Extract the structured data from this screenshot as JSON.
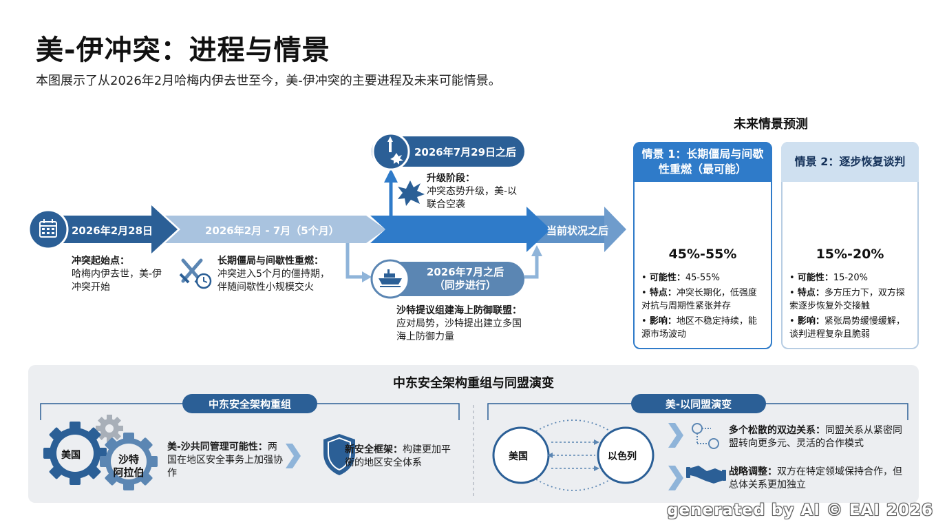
{
  "title": "美-伊冲突：进程与情景",
  "subtitle": "本图展示了从2026年2月哈梅内伊去世至今，美-伊冲突的主要进程及未来可能情景。",
  "timeline": {
    "start_label": "2026年2月28日",
    "start_desc_bold": "冲突起始点：",
    "start_desc": "哈梅内伊去世，美-伊冲突开始",
    "phase_label": "2026年2月 - 7月（5个月）",
    "phase_desc_bold": "长期僵局与间歇性重燃：",
    "phase_desc": "冲突进入5个月的僵持期，伴随间歇性小规模交火",
    "current_label": "当前状况之后",
    "escalation": {
      "date": "2026年7月29日之后",
      "desc_bold": "升级阶段：",
      "desc": "冲突态势升级，美-以联合空袭"
    },
    "parallel": {
      "date": "2026年7月之后",
      "date_sub": "（同步进行）",
      "desc_bold": "沙特提议组建海上防御联盟：",
      "desc": "应对局势，沙特提出建立多国海上防御力量"
    }
  },
  "scenarios": {
    "heading": "未来情景预测",
    "items": [
      {
        "title": "情景 1：长期僵局与间歇性重燃（最可能）",
        "percent": "45%-55%",
        "gauge_value": 0.5,
        "possibility_label": "可能性：",
        "possibility": "45-55%",
        "feature_label": "特点：",
        "feature": "冲突长期化，低强度对抗与周期性紧张并存",
        "impact_label": "影响：",
        "impact": "地区不稳定持续，能源市场波动"
      },
      {
        "title": "情景 2：逐步恢复谈判",
        "percent": "15%-20%",
        "gauge_value": 0.175,
        "possibility_label": "可能性：",
        "possibility": "15-20%",
        "feature_label": "特点：",
        "feature": "多方压力下，双方探索逐步恢复外交接触",
        "impact_label": "影响：",
        "impact": "紧张局势缓慢缓解，谈判进程复杂且脆弱"
      }
    ]
  },
  "bottom": {
    "title": "中东安全架构重组与同盟演变",
    "left": {
      "pill": "中东安全架构重组",
      "gear1": "美国",
      "gear2_line1": "沙特",
      "gear2_line2": "阿拉伯",
      "item1_bold": "美-沙共同管理可能性：",
      "item1": "两国在地区安全事务上加强协作",
      "item2_bold": "新安全框架：",
      "item2": "构建更加平衡的地区安全体系"
    },
    "right": {
      "pill": "美-以同盟演变",
      "node1": "美国",
      "node2": "以色列",
      "item1_bold": "多个松散的双边关系：",
      "item1": "同盟关系从紧密同盟转向更多元、灵活的合作模式",
      "item2_bold": "战略调整：",
      "item2": "双方在特定领域保持合作，但总体关系更加独立"
    }
  },
  "colors": {
    "dark_blue": "#2b5f96",
    "mid_blue": "#2f7bc9",
    "light_blue": "#8fb4d9",
    "pale_blue": "#cfe0f0"
  },
  "watermark": "generated by AI © EAI 2026"
}
